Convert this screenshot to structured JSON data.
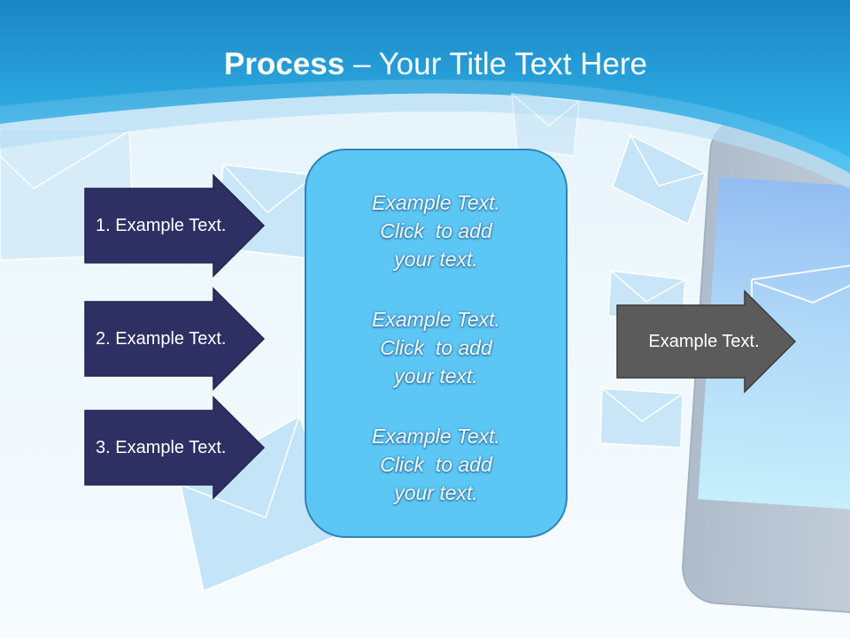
{
  "slide": {
    "title": {
      "bold": "Process",
      "rest": " – Your Title Text Here"
    }
  },
  "left_arrows": [
    {
      "label": "1. Example Text."
    },
    {
      "label": "2. Example Text."
    },
    {
      "label": "3. Example Text."
    }
  ],
  "center_box": {
    "paragraphs": [
      {
        "lines": [
          "Example Text.",
          "Click  to add",
          "your text."
        ]
      },
      {
        "lines": [
          "Example Text.",
          "Click  to add",
          "your text."
        ]
      },
      {
        "lines": [
          "Example Text.",
          "Click  to add",
          "your text."
        ]
      }
    ]
  },
  "right_arrow": {
    "label": "Example Text."
  },
  "colors": {
    "header_top": "#1a86c4",
    "header_bottom": "#38bdf2",
    "title_text": "#ffffff",
    "left_arrow_fill": "#2e3064",
    "left_arrow_border": "#22244e",
    "center_box_fill": "#5cc6f5",
    "center_box_border": "#2e84b6",
    "center_text": "#f4faff",
    "right_arrow_fill": "#5b5b5b",
    "right_arrow_border": "#3b3b3b",
    "arrow_text": "#ffffff"
  }
}
